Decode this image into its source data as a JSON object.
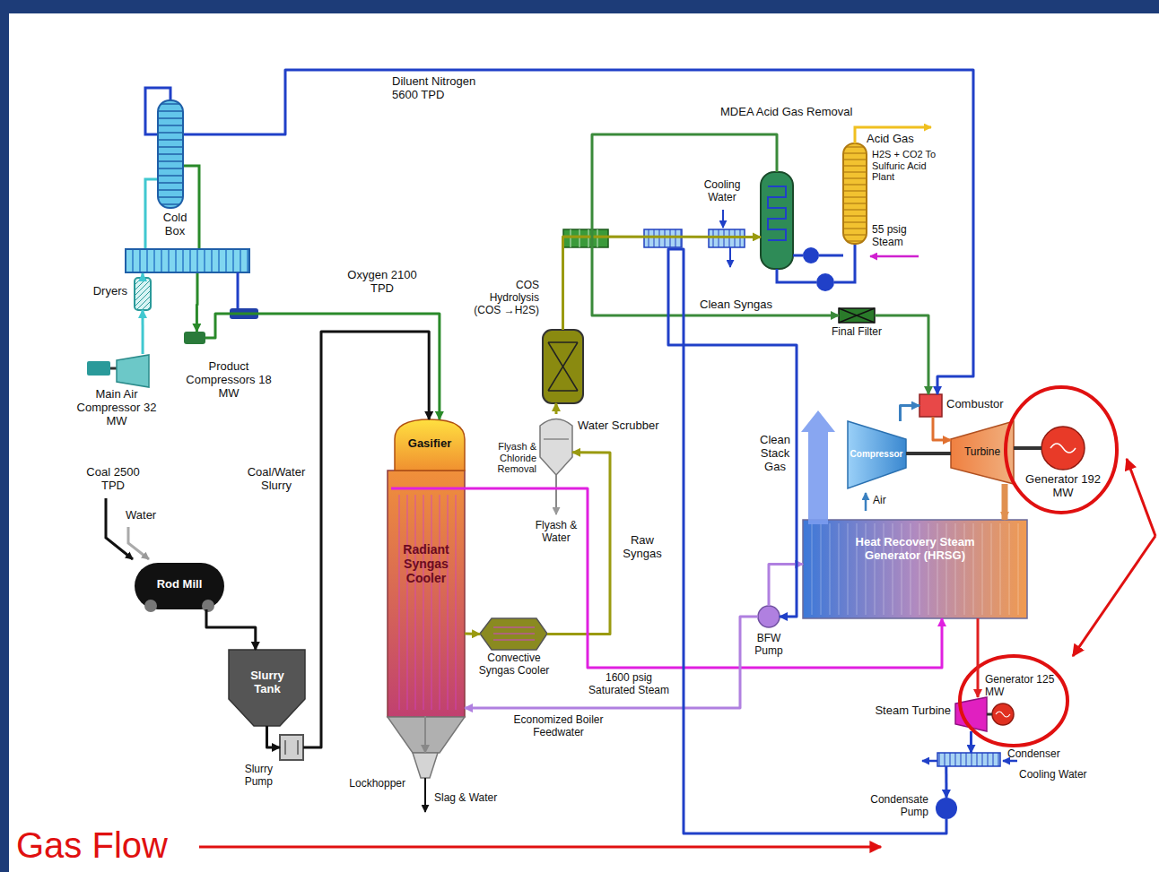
{
  "diagram": {
    "nodes": [
      {
        "text": [
          "Cold Box"
        ]
      },
      {
        "text": [
          "Dryers"
        ]
      },
      {
        "text": [
          "Main Air Compressor 32 MW"
        ]
      },
      {
        "text": [
          "Product Compressors 18 MW"
        ]
      },
      {
        "text": [
          "MDEA Acid Gas Removal"
        ]
      },
      {
        "text": [
          "COS Hydrolysis (COS →H2S)"
        ]
      },
      {
        "text": [
          "Final Filter"
        ]
      },
      {
        "text": [
          "Gasifier"
        ]
      },
      {
        "text": [
          "Water Scrubber",
          "Flyash & Chloride Removal"
        ]
      },
      {
        "text": [
          "Combustor"
        ]
      },
      {
        "text": [
          "Compressor"
        ]
      },
      {
        "text": [
          "Turbine"
        ]
      },
      {
        "text": [
          "Generator 192 MW"
        ]
      },
      {
        "text": [
          "Rod Mill"
        ]
      },
      {
        "text": [
          "Radiant Syngas Cooler"
        ]
      },
      {
        "text": [
          "Heat Recovery Steam Generator (HRSG)"
        ]
      },
      {
        "text": [
          "Convective Syngas Cooler"
        ]
      },
      {
        "text": [
          "BFW Pump"
        ]
      },
      {
        "text": [
          "Generator 125 MW"
        ]
      },
      {
        "text": [
          "Steam Turbine"
        ]
      },
      {
        "text": [
          "Slurry Tank"
        ]
      },
      {
        "text": [
          "Condenser"
        ]
      },
      {
        "text": [
          "Slurry Pump"
        ]
      },
      {
        "text": [
          "Lockhopper"
        ]
      },
      {
        "text": [
          "Condensate Pump"
        ]
      }
    ],
    "edges": [
      {
        "from": 1,
        "to": 0,
        "arrow": "to"
      },
      {
        "from": 2,
        "to": 1,
        "arrow": "to"
      },
      {
        "from": 0,
        "to": 9,
        "label": "Diluent Nitrogen 5600 TPD",
        "arrow": "to"
      },
      {
        "from": 0,
        "to": 3,
        "arrow": "to"
      },
      {
        "from": 3,
        "to": 7,
        "label": "Oxygen 2100 TPD",
        "arrow": "to"
      },
      {
        "from": 22,
        "to": 7,
        "label": "Coal/Water Slurry",
        "arrow": "to"
      },
      {
        "from": 13,
        "to": 20,
        "arrow": "to"
      },
      {
        "from": 20,
        "to": 22,
        "arrow": "to"
      },
      {
        "from": 14,
        "to": 23,
        "arrow": "to"
      },
      {
        "from": 14,
        "to": 16,
        "arrow": "to"
      },
      {
        "from": 16,
        "to": 8,
        "label": "Raw Syngas",
        "arrow": "to"
      },
      {
        "from": 8,
        "to": 5,
        "arrow": "to"
      },
      {
        "from": 5,
        "to": 4,
        "arrow": "to"
      },
      {
        "from": 4,
        "to": 6,
        "label": "Clean Syngas",
        "arrow": "to"
      },
      {
        "from": 6,
        "to": 9,
        "arrow": "to"
      },
      {
        "from": 10,
        "to": 9,
        "arrow": "to"
      },
      {
        "from": 9,
        "to": 11,
        "arrow": "to"
      },
      {
        "from": 11,
        "to": 12,
        "arrow": "none"
      },
      {
        "from": 11,
        "to": 15,
        "arrow": "to"
      },
      {
        "from": 15,
        "to": 19,
        "arrow": "to"
      },
      {
        "from": 14,
        "to": 15,
        "label": "1600 psig Saturated Steam",
        "arrow": "to"
      },
      {
        "from": 17,
        "to": 14,
        "label": "Economized Boiler Feedwater",
        "arrow": "to"
      },
      {
        "from": 17,
        "to": 15,
        "arrow": "to"
      },
      {
        "from": 19,
        "to": 18,
        "arrow": "none"
      },
      {
        "from": 19,
        "to": 21,
        "arrow": "to"
      },
      {
        "from": 21,
        "to": 24,
        "arrow": "to"
      },
      {
        "from": 24,
        "to": 17,
        "arrow": "to"
      }
    ],
    "labels": [
      "Coal 2500 TPD",
      "Water",
      "Slag & Water",
      "Flyash & Water",
      "Cooling Water",
      "Acid Gas",
      "H2S + CO2 To Sulfuric Acid Plant",
      "55 psig Steam",
      "Clean Stack Gas",
      "Air",
      "Cooling Water",
      "Gas Flow"
    ]
  }
}
